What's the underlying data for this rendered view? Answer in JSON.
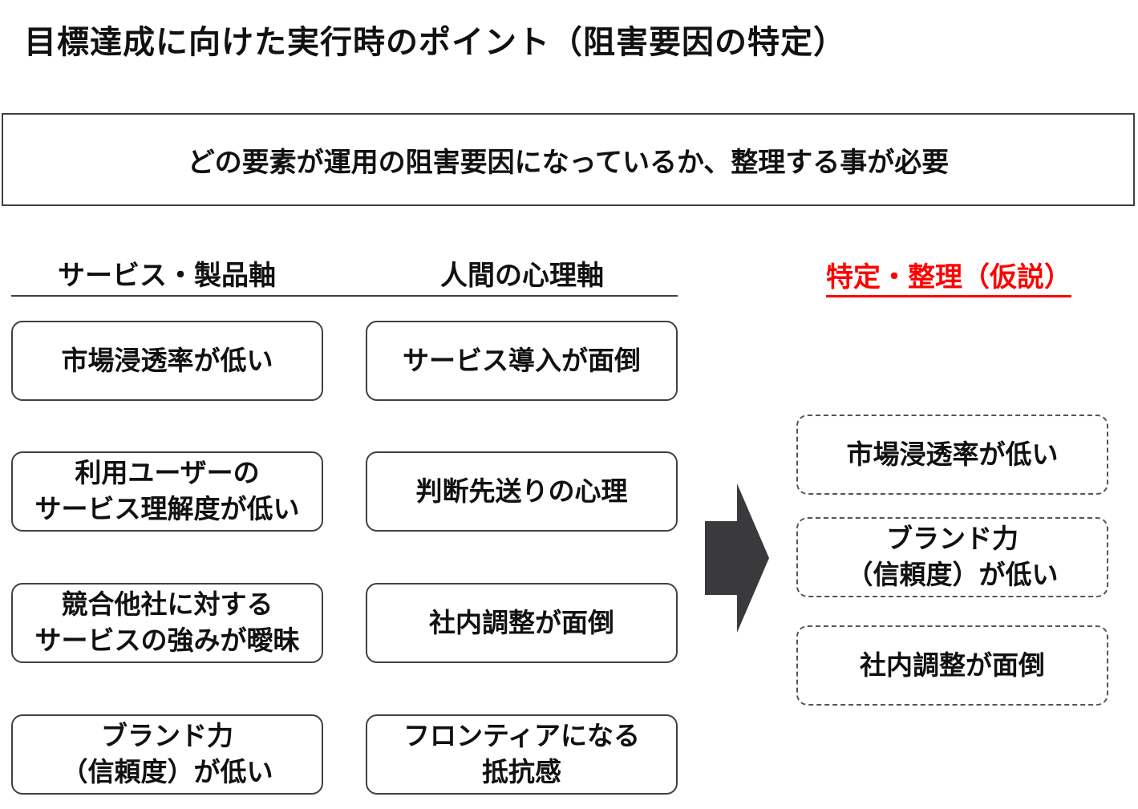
{
  "title": "目標達成に向けた実行時のポイント（阻害要因の特定）",
  "summary": "どの要素が運用の阻害要因になっているか、整理する事が必要",
  "headers": {
    "service": "サービス・製品軸",
    "human": "人間の心理軸",
    "result": "特定・整理（仮説）"
  },
  "service_factors": [
    "市場浸透率が低い",
    "利用ユーザーの\nサービス理解度が低い",
    "競合他社に対する\nサービスの強みが曖昧",
    "ブランド力\n（信頼度）が低い"
  ],
  "human_factors": [
    "サービス導入が面倒",
    "判断先送りの心理",
    "社内調整が面倒",
    "フロンティアになる\n抵抗感"
  ],
  "results": [
    "市場浸透率が低い",
    "ブランド力\n（信頼度）が低い",
    "社内調整が面倒"
  ],
  "colors": {
    "accent": "#ff0000",
    "border": "#404040",
    "arrow": "#3a3a3c"
  }
}
